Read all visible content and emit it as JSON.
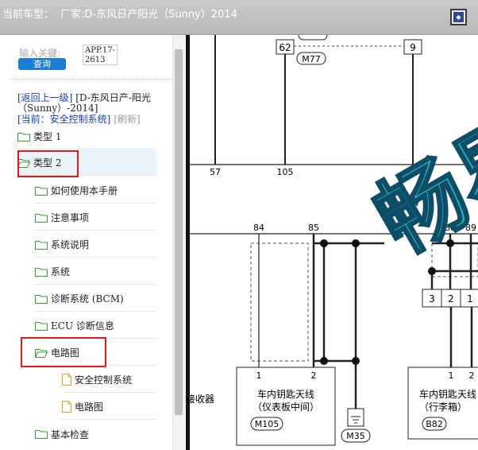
{
  "window": {
    "title_prefix": "当前车型：",
    "title_model": "厂家:D-东风日产阳光（Sunny）2014"
  },
  "search": {
    "label": "输入关键:",
    "value": "APP.17-2613",
    "button_label": "查询"
  },
  "nav": {
    "back_link": "[返回上一级]",
    "back_path": "[D-东风日产-阳光（Sunny）-2014]",
    "current": "[当前：安全控制系统]",
    "refresh": "[刷新]"
  },
  "tree": {
    "items": [
      {
        "label": "类型 1"
      },
      {
        "label": "类型 2"
      },
      {
        "label": "如何使用本手册"
      },
      {
        "label": "注意事项"
      },
      {
        "label": "系统说明"
      },
      {
        "label": "系统"
      },
      {
        "label": "诊断系统 (BCM)"
      },
      {
        "label": "ECU 诊断信息"
      },
      {
        "label": "电路图"
      },
      {
        "label": "安全控制系统"
      },
      {
        "label": "电路图"
      },
      {
        "label": "基本检查"
      }
    ]
  },
  "diagram": {
    "watermark": "畅易",
    "connectors_top": [
      "M77"
    ],
    "pin_labels_top": [
      "62",
      "9"
    ],
    "bus_pins": [
      "57",
      "105",
      "9"
    ],
    "upper_pins": [
      "84",
      "85",
      "88",
      "89"
    ],
    "inline_pins": [
      "3",
      "2",
      "1"
    ],
    "left_partial_label": "接收器",
    "antenna_left": {
      "title": "车内钥匙天线",
      "subtitle": "（仪表板中间）",
      "connector": "M105",
      "pins": [
        "1",
        "2"
      ]
    },
    "ground_connector": "M35",
    "antenna_right": {
      "title": "车内钥匙天线",
      "subtitle": "（行李箱）",
      "connector": "B82",
      "pins": [
        "1",
        "2"
      ]
    }
  }
}
